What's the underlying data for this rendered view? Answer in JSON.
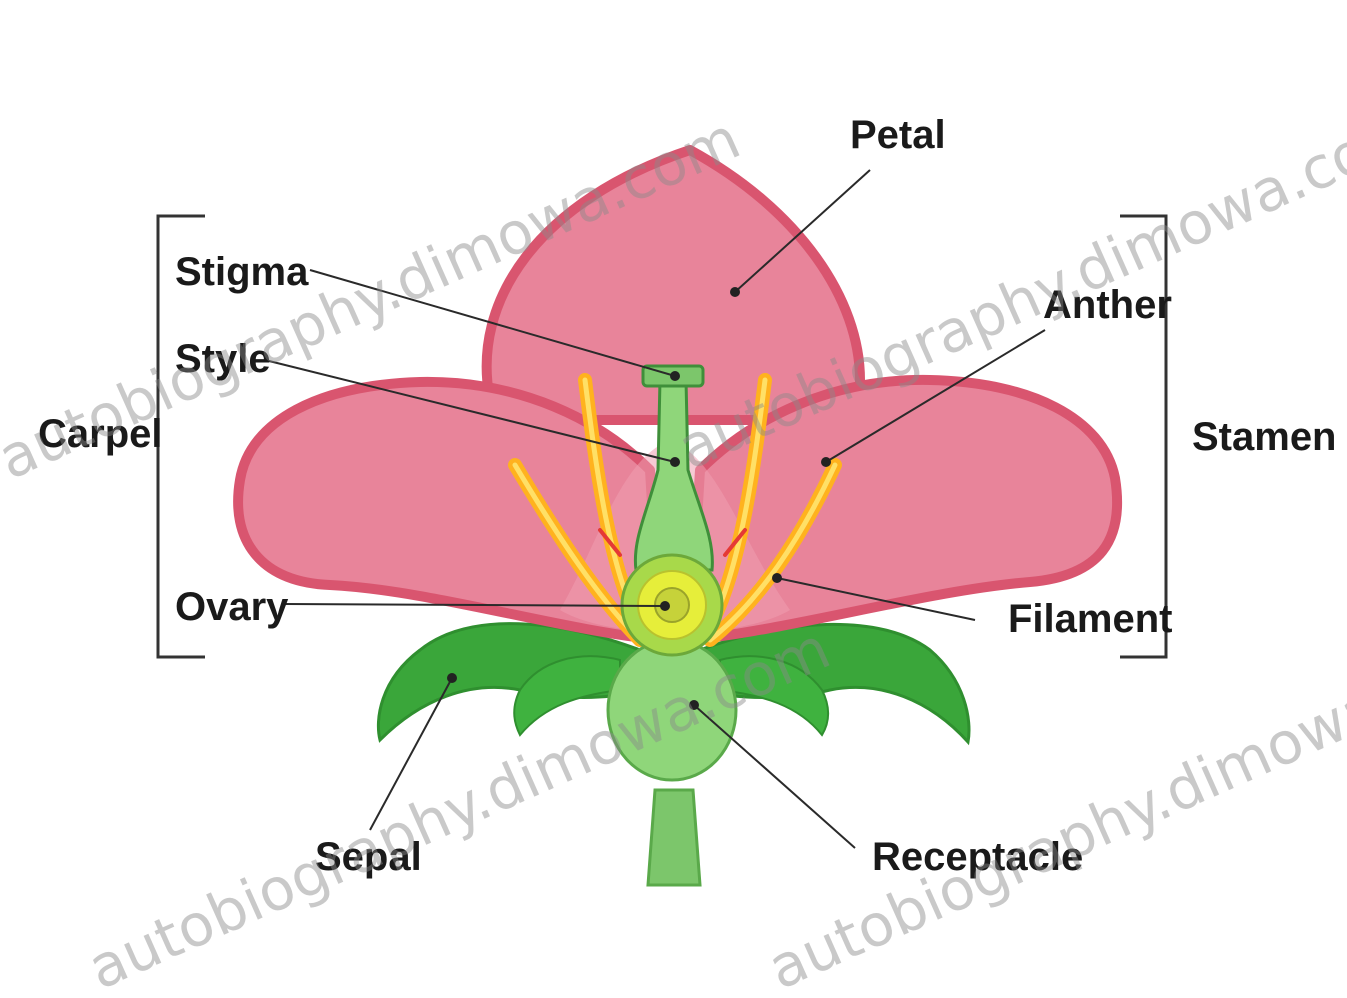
{
  "labels": {
    "petal": "Petal",
    "stigma": "Stigma",
    "style": "Style",
    "carpel": "Carpel",
    "ovary": "Ovary",
    "anther": "Anther",
    "stamen": "Stamen",
    "filament": "Filament",
    "sepal": "Sepal",
    "receptacle": "Receptacle"
  },
  "watermark": {
    "text_1": "autobiography.dimowa.com",
    "text_2": "autobiography.dimowa.com",
    "text_3": "autobiography.dimowa.com",
    "text_4": "autobiography.dimowa.com"
  },
  "colors": {
    "petal_fill": "#e8849a",
    "petal_edge": "#d9556f",
    "sepal_green": "#3aa63a",
    "receptacle_green": "#8fd67a",
    "ovary_yellow": "#e6ee3a",
    "filament_orange": "#ffb21e"
  }
}
